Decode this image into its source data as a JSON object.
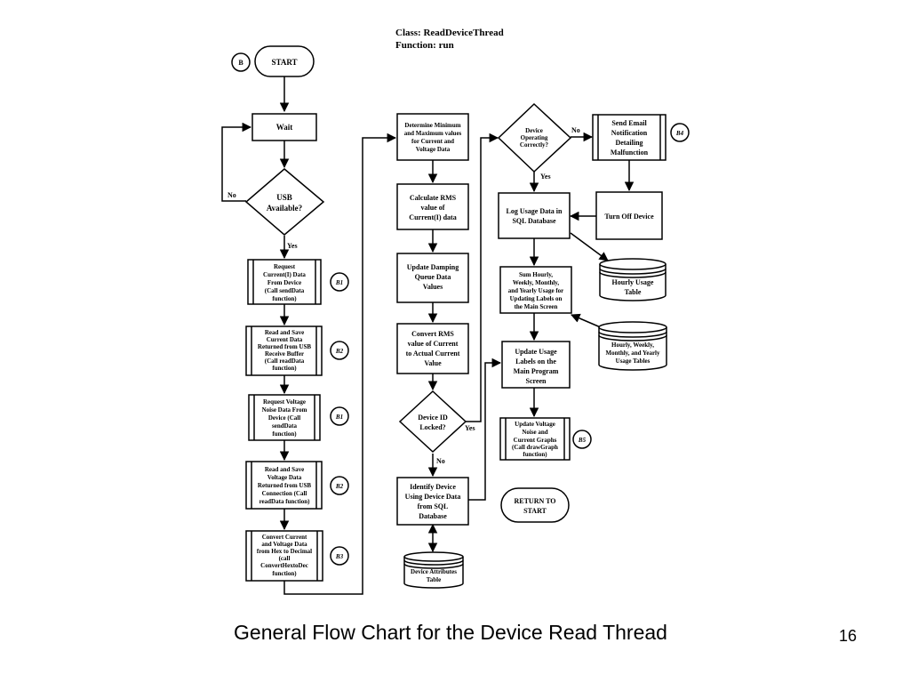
{
  "header": {
    "class_line": "Class: ReadDeviceThread",
    "function_line": "Function:  run"
  },
  "caption": {
    "title": "General Flow Chart for the Device Read Thread",
    "slide_number": "16"
  },
  "nodes": {
    "start": {
      "lines": [
        "START"
      ]
    },
    "wait": {
      "lines": [
        "Wait"
      ]
    },
    "usb_available": {
      "lines": [
        "USB",
        "Available?"
      ]
    },
    "request_current": {
      "lines": [
        "Request",
        "Current(I) Data",
        "From Device",
        "(Call sendData",
        "function)"
      ]
    },
    "read_save_current": {
      "lines": [
        "Read and Save",
        "Current Data",
        "Returned from USB",
        "Receive Buffer",
        "(Call readData",
        "function)"
      ]
    },
    "request_voltage": {
      "lines": [
        "Request Voltage",
        "Noise Data From",
        "Device (Call",
        "sendData",
        "function)"
      ]
    },
    "read_save_voltage": {
      "lines": [
        "Read and Save",
        "Voltage Data",
        "Returned from USB",
        "Connection (Call",
        "readData function)"
      ]
    },
    "convert_hex": {
      "lines": [
        "Convert Current",
        "and Voltage Data",
        "from Hex to Decimal",
        "(call",
        "ConvertHextoDec",
        "function)"
      ]
    },
    "determine_minmax": {
      "lines": [
        "Determine Minimum",
        "and Maximum values",
        "for Current and",
        "Voltage Data"
      ]
    },
    "calc_rms": {
      "lines": [
        "Calculate RMS",
        "value of",
        "Current(I) data"
      ]
    },
    "update_damping": {
      "lines": [
        "Update Damping",
        "Queue Data",
        "Values"
      ]
    },
    "convert_rms": {
      "lines": [
        "Convert RMS",
        "value of Current",
        "to Actual Current",
        "Value"
      ]
    },
    "device_id_locked": {
      "lines": [
        "Device ID",
        "Locked?"
      ]
    },
    "identify_device": {
      "lines": [
        "Identify Device",
        "Using Device Data",
        "from SQL",
        "Database"
      ]
    },
    "device_attributes_table": {
      "lines": [
        "Device Attributes",
        "Table"
      ]
    },
    "device_operating": {
      "lines": [
        "Device",
        "Operating",
        "Correctly?"
      ]
    },
    "send_email": {
      "lines": [
        "Send Email",
        "Notification",
        "Detailing",
        "Malfunction"
      ]
    },
    "turn_off": {
      "lines": [
        "Turn Off Device"
      ]
    },
    "log_usage": {
      "lines": [
        "Log Usage Data in",
        "SQL Database"
      ]
    },
    "hourly_usage_table": {
      "lines": [
        "Hourly Usage",
        "Table"
      ]
    },
    "sum_usage": {
      "lines": [
        "Sum Hourly,",
        "Weekly, Monthly,",
        "and Yearly Usage for",
        "Updating Labels on",
        "the Main Screen"
      ]
    },
    "hwmy_tables": {
      "lines": [
        "Hourly, Weekly,",
        "Monthly, and Yearly",
        "Usage Tables"
      ]
    },
    "update_labels": {
      "lines": [
        "Update Usage",
        "Labels on the",
        "Main Program",
        "Screen"
      ]
    },
    "update_voltage_graphs": {
      "lines": [
        "Update Voltage",
        "Noise and",
        "Current Graphs",
        "(Call drawGraph",
        "function)"
      ]
    },
    "return_start": {
      "lines": [
        "RETURN TO",
        "START"
      ]
    }
  },
  "connector_labels": {
    "b": "B",
    "b1_first": "B1",
    "b2_first": "B2",
    "b1_second": "B1",
    "b2_second": "B2",
    "b3": "B3",
    "b4": "B4",
    "b5": "B5"
  },
  "edge_labels": {
    "usb_no": "No",
    "usb_yes": "Yes",
    "locked_yes": "Yes",
    "locked_no": "No",
    "operating_no": "No",
    "operating_yes": "Yes"
  }
}
